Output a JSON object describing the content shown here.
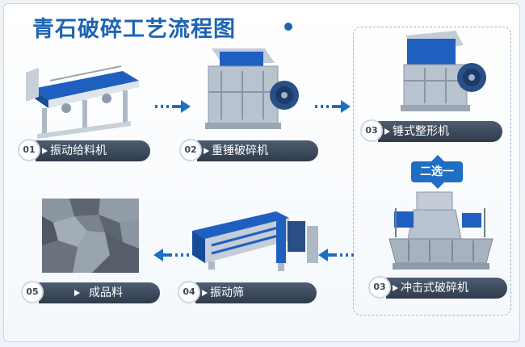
{
  "title": "青石破碎工艺流程图",
  "choice_label": "二选一",
  "colors": {
    "title": "#1d64b4",
    "label_bg": "#3a4758",
    "arrow": "#1e6fc3",
    "machine_blue": "#1f5fc0",
    "machine_grey": "#b4bfcb"
  },
  "steps": [
    {
      "num": "01",
      "label": "振动给料机",
      "icon": "vibrating-feeder-icon"
    },
    {
      "num": "02",
      "label": "重锤破碎机",
      "icon": "heavy-hammer-crusher-icon"
    },
    {
      "num": "03",
      "label": "锤式整形机",
      "icon": "hammer-shaper-icon"
    },
    {
      "num": "03",
      "label": "冲击式破碎机",
      "icon": "impact-crusher-icon"
    },
    {
      "num": "04",
      "label": "振动筛",
      "icon": "vibrating-screen-icon"
    },
    {
      "num": "05",
      "label": "成品料",
      "icon": "finished-stone-icon"
    }
  ]
}
